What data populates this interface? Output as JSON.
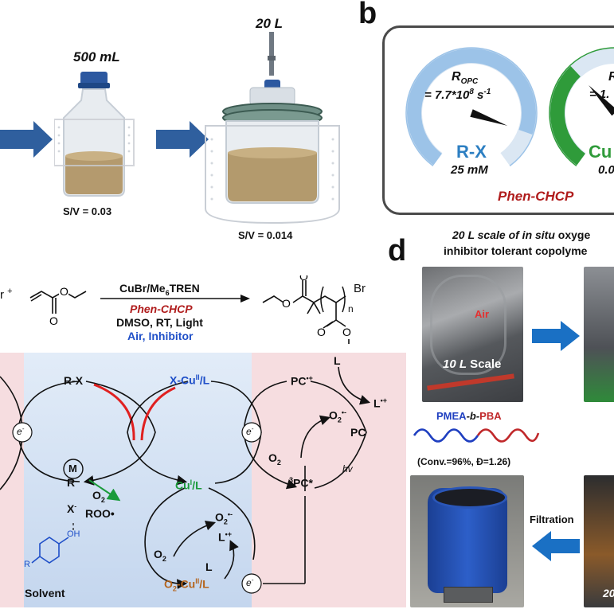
{
  "panel_a": {
    "bottle_volume": "500 mL",
    "bottle_sv": "S/V = 0.03",
    "reactor_volume": "20 L",
    "reactor_sv": "S/V = 0.014"
  },
  "panel_b": {
    "letter": "b",
    "gauge1_rate_text": "R",
    "gauge1_rate_sub": "OPC",
    "gauge1_rate_value": "= 7.7*10",
    "gauge1_rate_exp": "8",
    "gauge1_rate_unit": " s",
    "gauge1_rate_unit_exp": "-1",
    "gauge1_species": "R-X",
    "gauge1_conc": "25 mM",
    "gauge1_level": 0.88,
    "gauge2_rate_text": "R",
    "gauge2_rate_value": "= 1.",
    "gauge2_species": "Cu",
    "gauge2_conc": "0.0",
    "gauge2_level": 0.35,
    "caption": "Phen-CHCP",
    "colors": {
      "gauge1": "#9cc3e8",
      "gauge1_text": "#2d7fc2",
      "gauge2": "#2f9b3a",
      "caption": "#b01c1c"
    }
  },
  "panel_c": {
    "reactant_fragment": "r",
    "plus": "+",
    "catalyst": "CuBr/Me",
    "catalyst_sub": "6",
    "catalyst_tail": "TREN",
    "photocat": "Phen-CHCP",
    "conditions": "DMSO, RT, Light",
    "additives": "Air, Inhibitor",
    "product_n": "n",
    "product_br": "Br",
    "labels": {
      "rx": "R-X",
      "xcu": "X-Cu",
      "xcu_sup": "II",
      "xcu_tail": "/L",
      "pc_rad": "PC",
      "pc_rad_sup": "•+",
      "l": "L",
      "l_rad": "L",
      "l_rad_sup": "•+",
      "o2_rad": "O",
      "o2_rad_sub": "2",
      "o2_rad_sup": "•-",
      "pc": "PC",
      "o2": "O",
      "o2_sub": "2",
      "hv": "hv",
      "pc_star_pre": "3",
      "pc_star": "PC*",
      "e_minus": "e",
      "e_minus_sup": "-",
      "m": "M",
      "r_rad": "R",
      "x_minus": "X",
      "o2b": "O",
      "o2b_sub": "2",
      "roo": "ROO•",
      "oh": "OH",
      "r_sub": "R",
      "cu1": "Cu",
      "cu1_sup": "I",
      "cu1_tail": "/L",
      "o2c": "O",
      "o2c_sub": "2",
      "o2d_rad": "O",
      "o2d_sub": "2",
      "o2d_sup": "•-",
      "l2_rad": "L",
      "l2_sup": "•+",
      "l2": "L",
      "o2cu": "O",
      "o2cu_sub": "2",
      "o2cu_mid": "-Cu",
      "o2cu_sup": "II",
      "o2cu_tail": "/L",
      "solvent": "Solvent"
    }
  },
  "panel_d": {
    "letter": "d",
    "title_line1_italic": "20 L scale of in situ",
    "title_line1_rest": " oxyge",
    "title_line2": "inhibitor tolerant copolyme",
    "photo1_air": "Air",
    "photo1_scale": "10 L",
    "photo1_scale_rest": " Scale",
    "copolymer_a": "PMEA",
    "copolymer_b": "-b-",
    "copolymer_c": "PBA",
    "conv_text": "(Conv.=96%, Đ=1.26)",
    "filtration": "Filtration",
    "photo_corner": "20"
  }
}
